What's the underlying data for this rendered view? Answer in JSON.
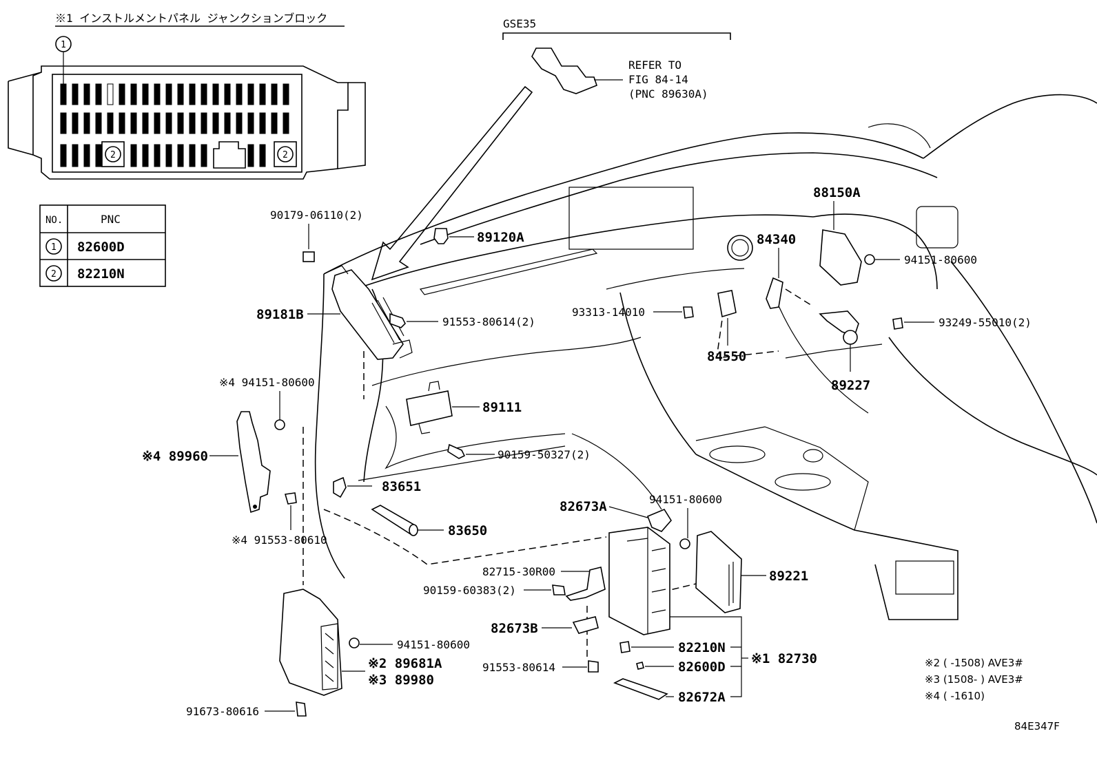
{
  "inset": {
    "title": "※1 インストルメントパネル ジャンクションブロック",
    "callout_1": "1",
    "callout_2a": "2",
    "callout_2b": "2"
  },
  "pnc_table": {
    "col_no": "NO.",
    "col_pnc": "PNC",
    "rows": [
      {
        "no": "1",
        "pnc": "82600D"
      },
      {
        "no": "2",
        "pnc": "82210N"
      }
    ]
  },
  "header": {
    "model": "GSE35",
    "refer_line1": "REFER TO",
    "refer_line2": "FIG 84-14",
    "refer_line3": "(PNC 89630A)"
  },
  "labels": {
    "p90179": "90179-06110(2)",
    "p89120A": "89120A",
    "p89181B": "89181B",
    "p91553_80614_2": "91553-80614(2)",
    "p94151_a": "※4 94151-80600",
    "p89960": "※4 89960",
    "p89111": "89111",
    "p90159_50327": "90159-50327(2)",
    "p83651": "83651",
    "p83650": "83650",
    "p91553_80610": "※4 91553-80610",
    "p88150A": "88150A",
    "p84340": "84340",
    "p94151_b": "94151-80600",
    "p93313": "93313-14010",
    "p84550": "84550",
    "p93249": "93249-55010(2)",
    "p89227": "89227",
    "p82673A": "82673A",
    "p94151_c": "94151-80600",
    "p82715": "82715-30R00",
    "p90159_60383": "90159-60383(2)",
    "p89221": "89221",
    "p82673B": "82673B",
    "p91553_80614": "91553-80614",
    "p82210N": "82210N",
    "p82600D": "82600D",
    "p82672A": "82672A",
    "p82730": "※1 82730",
    "p94151_d": "94151-80600",
    "p89681A": "※2 89681A",
    "p89980": "※3 89980",
    "p91673": "91673-80616"
  },
  "notes": {
    "n2": "※2 (      -1508) AVE3#",
    "n3": "※3 (1508-      ) AVE3#",
    "n4": "※4 (      -1610)"
  },
  "figure_id": "84E347F"
}
